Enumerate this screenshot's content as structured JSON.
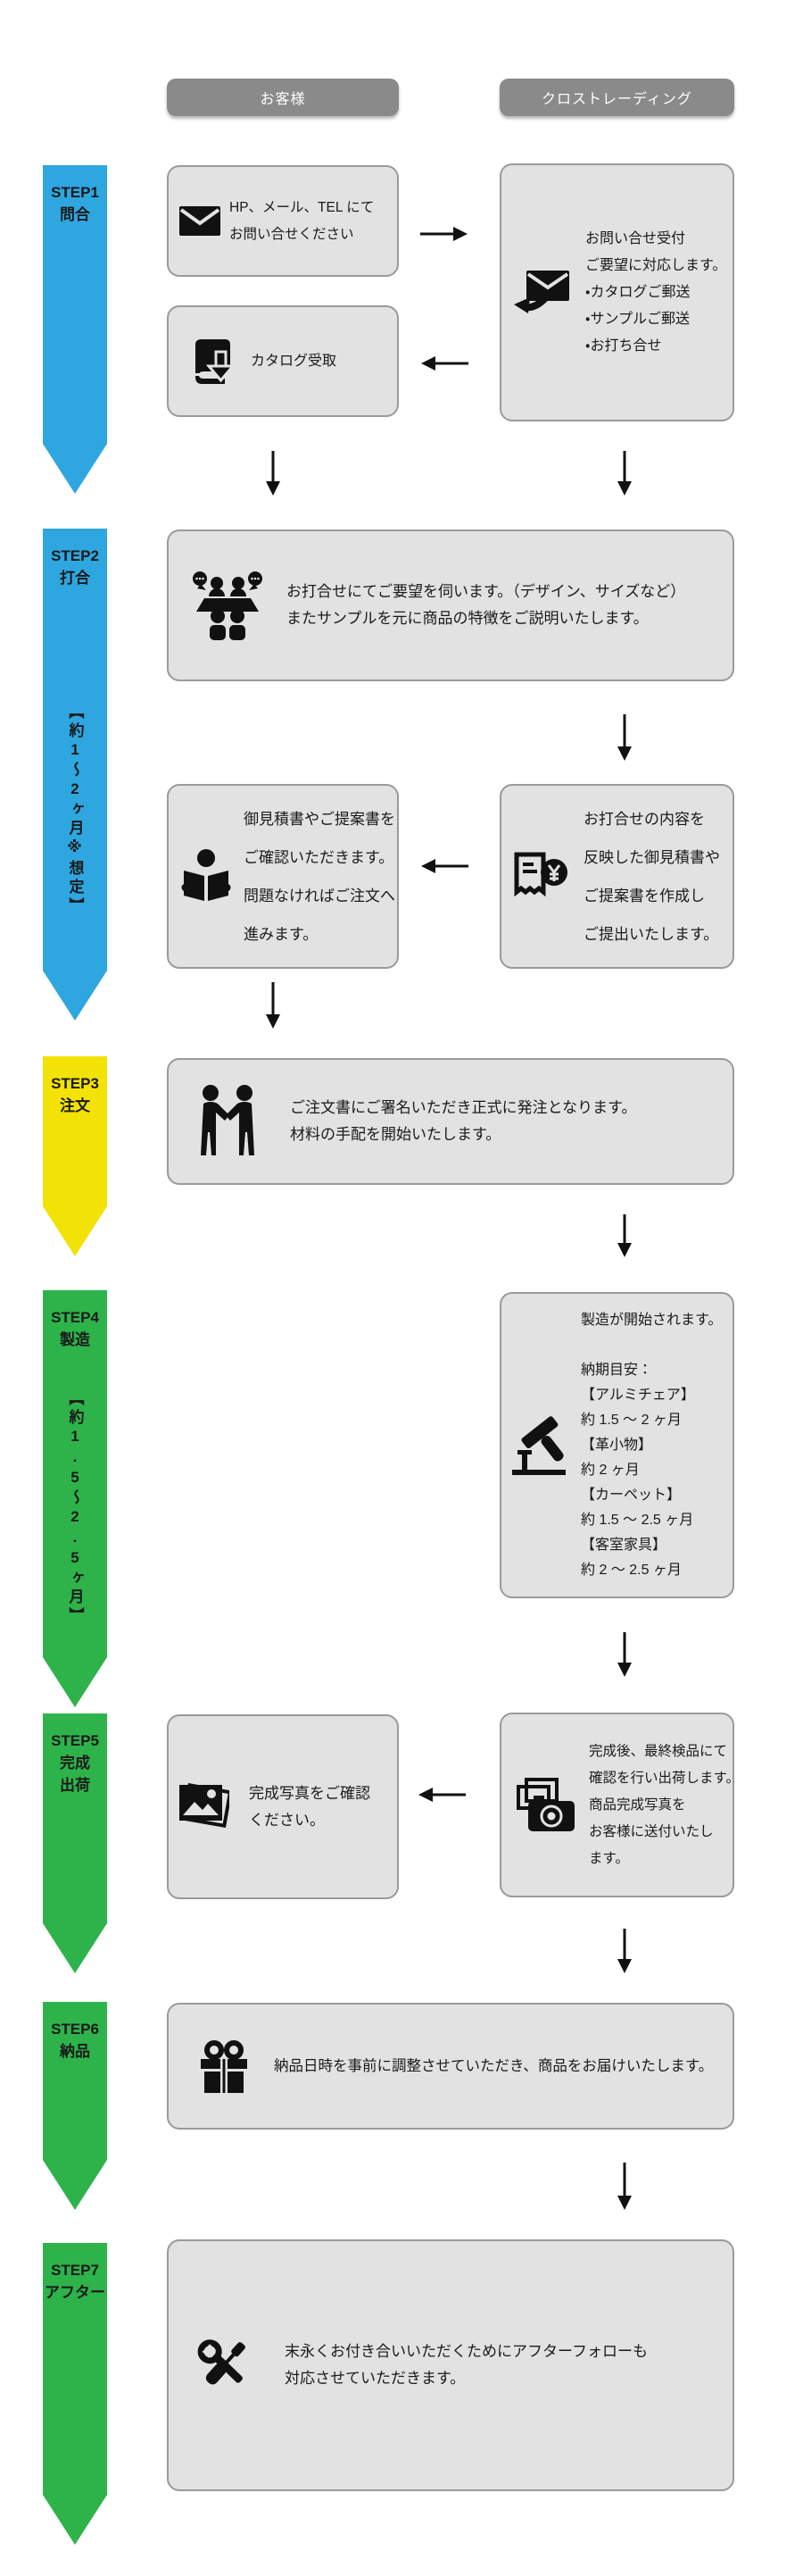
{
  "lanes": {
    "customer": "お客様",
    "company": "クロストレーディング"
  },
  "steps": [
    {
      "lines": [
        "STEP1",
        "問合"
      ],
      "duration": ""
    },
    {
      "lines": [
        "STEP2",
        "打合"
      ],
      "duration": "【約1～2ヶ月※想定】"
    },
    {
      "lines": [
        "STEP3",
        "注文"
      ],
      "duration": ""
    },
    {
      "lines": [
        "STEP4",
        "製造"
      ],
      "duration": "【約1.5～2.5ヶ月】"
    },
    {
      "lines": [
        "STEP5",
        "完成",
        "出荷"
      ],
      "duration": ""
    },
    {
      "lines": [
        "STEP6",
        "納品"
      ],
      "duration": ""
    },
    {
      "lines": [
        "STEP7",
        "アフター"
      ],
      "duration": ""
    }
  ],
  "boxes": {
    "s1_customer_a": {
      "lines": [
        "HP、メール、TEL にて",
        "お問い合せください"
      ]
    },
    "s1_customer_b": {
      "lines": [
        "カタログ受取"
      ]
    },
    "s1_company": {
      "lines": [
        "お問い合せ受付",
        "ご要望に対応します。",
        "・カタログご郵送",
        "・サンプルご郵送",
        "・お打ち合せ"
      ]
    },
    "s2_wide": {
      "lines": [
        "お打合せにてご要望を伺います。（デザイン、サイズなど）",
        "またサンプルを元に商品の特徴をご説明いたします。"
      ]
    },
    "s2_customer": {
      "lines": [
        "御見積書やご提案書を",
        "ご確認いただきます。",
        "問題なければご注文へ",
        "進みます。"
      ]
    },
    "s2_company": {
      "lines": [
        "お打合せの内容を",
        "反映した御見積書や",
        "ご提案書を作成し",
        "ご提出いたします。"
      ]
    },
    "s3_wide": {
      "lines": [
        "ご注文書にご署名いただき正式に発注となります。",
        "材料の手配を開始いたします。"
      ]
    },
    "s4_company": {
      "lines": [
        "製造が開始されます。",
        "",
        "納期目安：",
        "【アルミチェア】",
        "約 1.5 ～ 2 ヶ月",
        "【革小物】",
        "約 2 ヶ月",
        "【カーペット】",
        "約 1.5 ～ 2.5 ヶ月",
        "【客室家具】",
        "約 2 ～ 2.5 ヶ月"
      ]
    },
    "s5_customer": {
      "lines": [
        "完成写真をご確認",
        "ください。"
      ]
    },
    "s5_company": {
      "lines": [
        "完成後、最終検品にて",
        "確認を行い出荷します。",
        "商品完成写真を",
        "お客様に送付いたし",
        "ます。"
      ]
    },
    "s6_wide": {
      "lines": [
        "納品日時を事前に調整させていただき、商品をお届けいたします。"
      ]
    },
    "s7_wide": {
      "lines": [
        "末永くお付き合いいただくためにアフターフォローも",
        "対応させていただきます。"
      ]
    }
  },
  "icons": {
    "mail": "mail-icon",
    "catalog": "catalog-download-icon",
    "reply_mail": "mail-reply-icon",
    "meeting": "meeting-people-icon",
    "reading": "reading-person-icon",
    "estimate": "estimate-yen-document-icon",
    "handshake": "handshake-icon",
    "hammer": "hammer-manufacturing-icon",
    "photos": "photos-icon",
    "camera": "camera-photos-icon",
    "gift": "gift-box-icon",
    "tools": "tools-aftercare-icon"
  },
  "colors": {
    "blue": "#2EA7E0",
    "yellow": "#F2E205",
    "green": "#2DB34A",
    "pill_bg": "#8A8A8A",
    "pill_text": "#FFFFFF",
    "box_bg": "#E2E2E2",
    "box_border": "#9A9A9A",
    "text": "#1A1A1A"
  }
}
